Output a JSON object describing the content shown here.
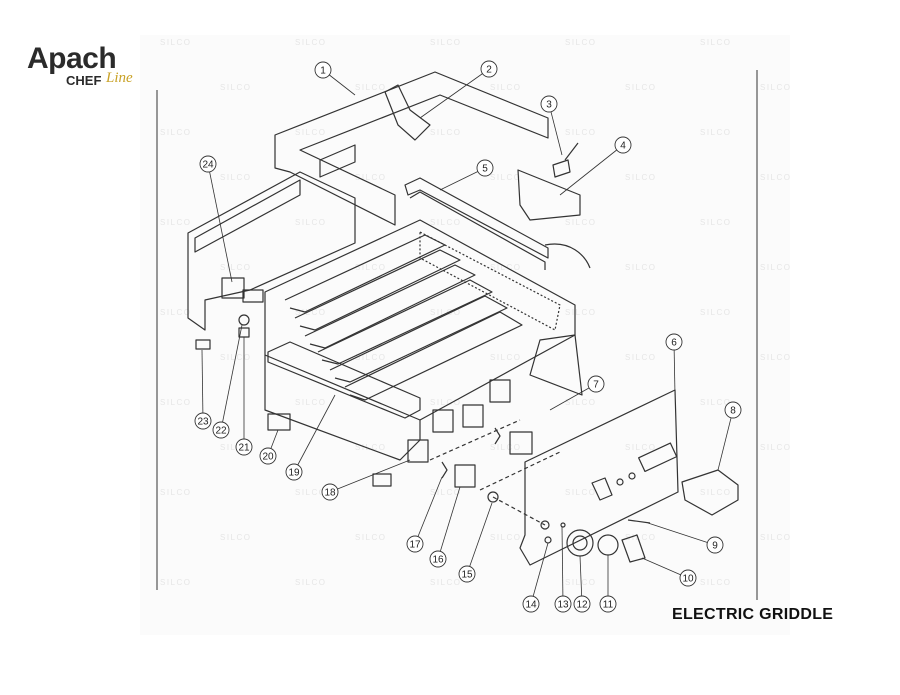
{
  "brand": {
    "name": "Apach",
    "sub": "CHEF",
    "line": "Line",
    "accent": "#c9a227"
  },
  "title": "ELECTRIC GRIDDLE",
  "watermark": "SILCO",
  "callouts": [
    "1",
    "2",
    "3",
    "4",
    "5",
    "6",
    "7",
    "8",
    "9",
    "10",
    "11",
    "12",
    "13",
    "14",
    "15",
    "16",
    "17",
    "18",
    "19",
    "20",
    "21",
    "22",
    "23",
    "24"
  ]
}
